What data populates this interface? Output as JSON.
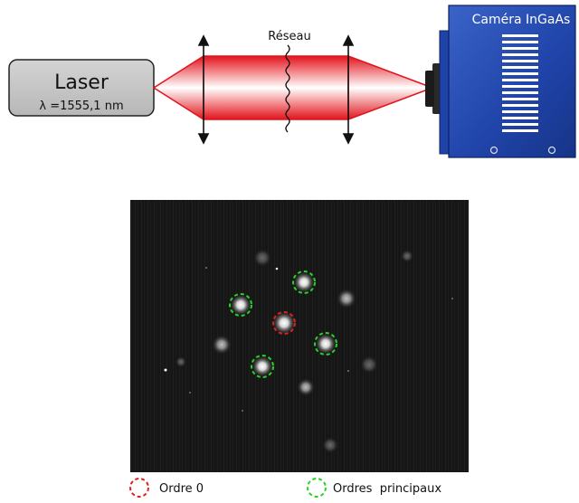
{
  "setup": {
    "laser": {
      "title": "Laser",
      "wavelength": "λ =1555,1 nm"
    },
    "grating_label": "Réseau",
    "camera_label": "Caméra InGaAs"
  },
  "colors": {
    "laser_box": "#c6c6c6",
    "beam": "#e0141c",
    "camera": "#2a4fb5",
    "camera_label_bg": "#3a6ad6",
    "order0": "#e0201c",
    "principal_orders": "#27d227"
  },
  "legend": {
    "order0": "Ordre 0",
    "principal": "Ordres  principaux"
  }
}
